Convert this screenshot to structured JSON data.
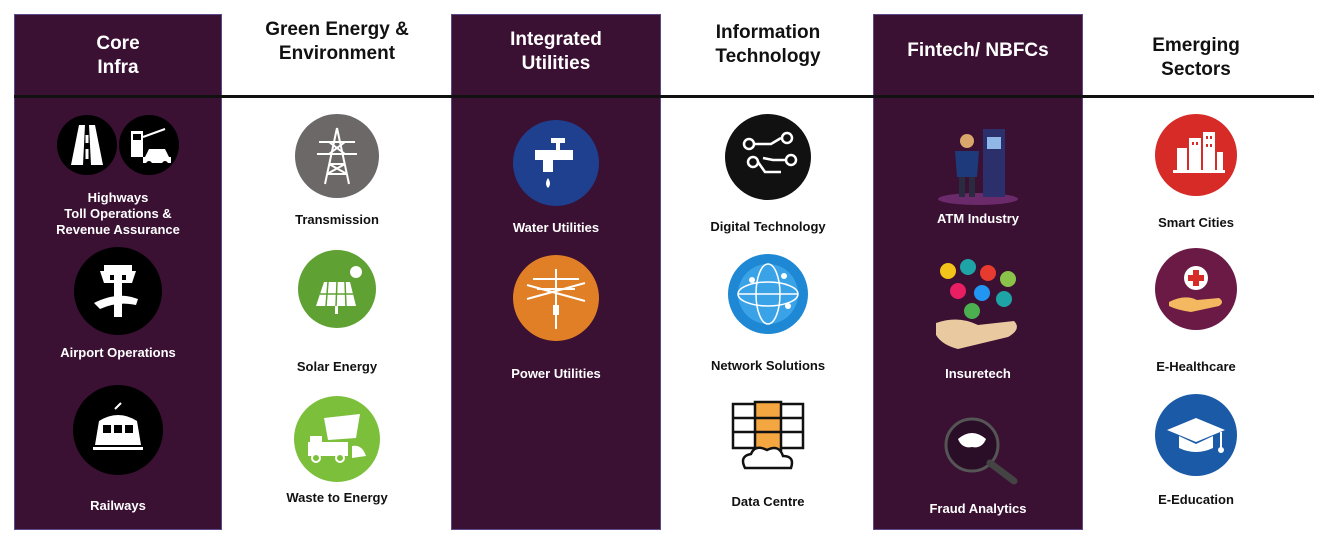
{
  "columns": [
    {
      "header": "Core\nInfra",
      "items": [
        {
          "label": "Highways\nToll Operations &\nRevenue Assurance",
          "icon": "highway-toll-icon"
        },
        {
          "label": "Airport Operations",
          "icon": "airport-icon"
        },
        {
          "label": "Railways",
          "icon": "train-icon"
        }
      ]
    },
    {
      "header": "Green Energy &\nEnvironment",
      "items": [
        {
          "label": "Transmission",
          "icon": "transmission-tower-icon"
        },
        {
          "label": "Solar Energy",
          "icon": "solar-panel-icon"
        },
        {
          "label": "Waste to Energy",
          "icon": "waste-truck-icon"
        }
      ]
    },
    {
      "header": "Integrated\nUtilities",
      "items": [
        {
          "label": "Water Utilities",
          "icon": "water-tap-icon"
        },
        {
          "label": "Power Utilities",
          "icon": "power-pole-icon"
        }
      ]
    },
    {
      "header": "Information\nTechnology",
      "items": [
        {
          "label": "Digital Technology",
          "icon": "circuit-icon"
        },
        {
          "label": "Network Solutions",
          "icon": "globe-network-icon"
        },
        {
          "label": "Data Centre",
          "icon": "server-cloud-icon"
        }
      ]
    },
    {
      "header": "Fintech/ NBFCs",
      "items": [
        {
          "label": "ATM Industry",
          "icon": "atm-icon"
        },
        {
          "label": "Insuretech",
          "icon": "insurance-hand-icon"
        },
        {
          "label": "Fraud Analytics",
          "icon": "magnifier-icon"
        }
      ]
    },
    {
      "header": "Emerging\nSectors",
      "items": [
        {
          "label": "Smart Cities",
          "icon": "city-icon"
        },
        {
          "label": "E-Healthcare",
          "icon": "healthcare-icon"
        },
        {
          "label": "E-Education",
          "icon": "graduation-cap-icon"
        }
      ]
    }
  ],
  "colors": {
    "dark_panel": "#3a1033",
    "panel_border": "#5a4a8a"
  }
}
